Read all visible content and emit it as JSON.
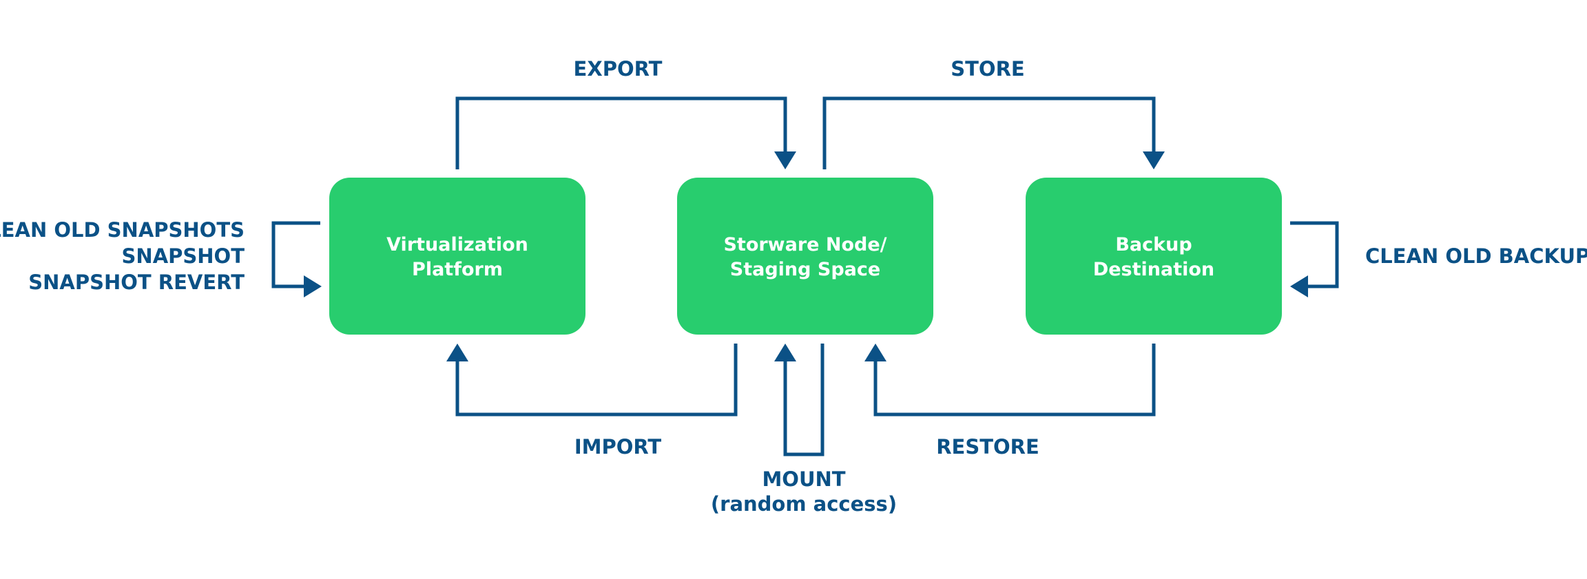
{
  "nodes": {
    "virtualization": {
      "line1": "Virtualization",
      "line2": "Platform"
    },
    "staging": {
      "line1": "Storware Node/",
      "line2": "Staging Space"
    },
    "destination": {
      "line1": "Backup",
      "line2": "Destination"
    }
  },
  "flows": {
    "export": "EXPORT",
    "store": "STORE",
    "import": "IMPORT",
    "restore": "RESTORE",
    "mount_line1": "MOUNT",
    "mount_line2": "(random access)"
  },
  "snapshot_ops": [
    "CLEAN OLD SNAPSHOTS",
    "SNAPSHOT",
    "SNAPSHOT REVERT"
  ],
  "backup_ops": [
    "CLEAN OLD BACKUPS"
  ],
  "colors": {
    "node_fill": "#28cd6e",
    "line": "#0b5186",
    "node_text": "#ffffff",
    "label": "#0b5186"
  }
}
